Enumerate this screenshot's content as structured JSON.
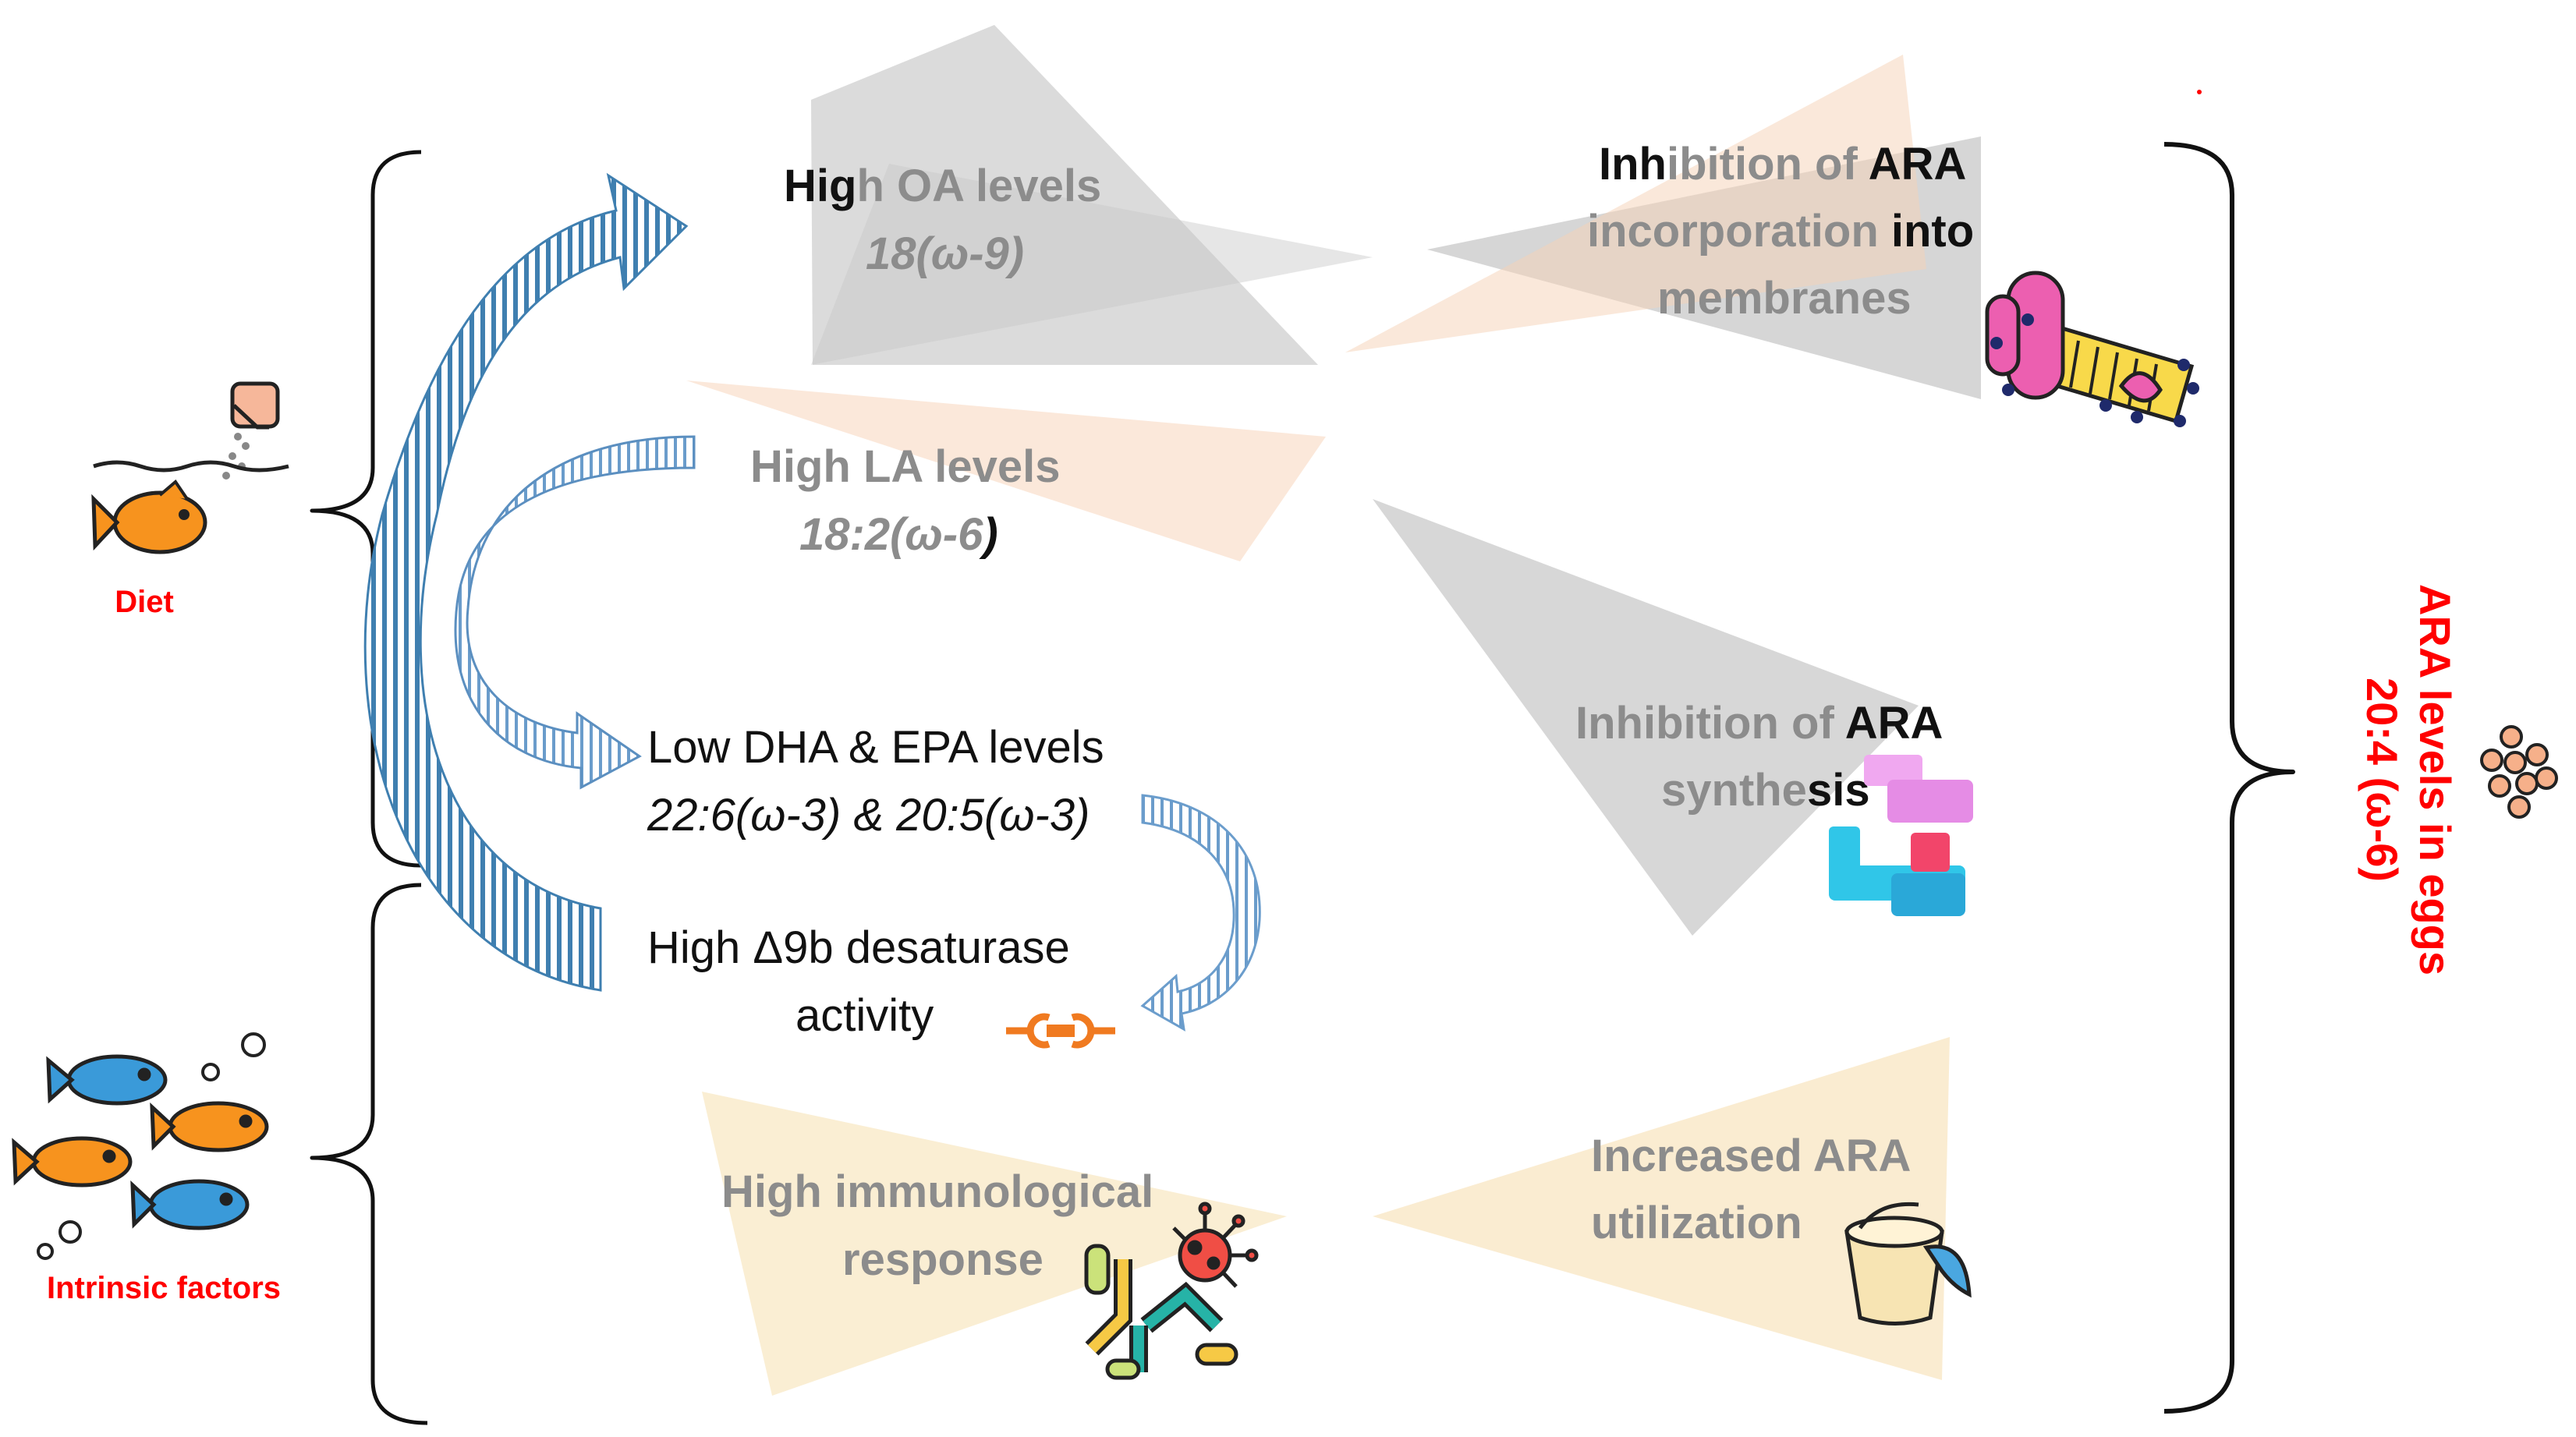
{
  "diet": {
    "label": "Diet"
  },
  "intrinsic": {
    "label": "Intrinsic factors"
  },
  "middle": {
    "oa": {
      "title_dark": "Hig",
      "title_faded": "h OA levels",
      "formula": "18(ω-9)"
    },
    "la": {
      "title": "High LA levels",
      "formula_faded": "18:2(ω-6",
      "formula_dark": ")"
    },
    "dha_epa": {
      "title": "Low DHA & EPA levels",
      "formula": "22:6(ω-3) & 20:5(ω-3)"
    },
    "desaturase": {
      "line1": "High Δ9b desaturase",
      "line2": "activity"
    },
    "immune": {
      "line1": "High immunological",
      "line2": "response"
    }
  },
  "right": {
    "incorporation": {
      "line1_dark_a": "Inh",
      "line1_faded": "ibition of ",
      "line1_dark_b": "ARA",
      "line2_faded": "incorporation ",
      "line2_dark": "into",
      "line3": "membranes"
    },
    "synthesis": {
      "line1_faded": "Inhibition of ",
      "line1_dark": "ARA",
      "line2_faded": "synthe",
      "line2_dark": "sis"
    },
    "utilization": {
      "line1": "Increased ARA",
      "line2": "utilization"
    }
  },
  "result": {
    "line1": "ARA levels in eggs",
    "line2": "20:4 (ω-6)"
  },
  "colors": {
    "accent_red": "#ff0000",
    "arrow_blue": "#4a86b8",
    "tri_gray": "#b9b9b9",
    "tri_peach": "#f7d7bd",
    "tri_yellow": "#f8e4b6"
  },
  "icons": [
    "food-hand-icon",
    "fish-icon",
    "fish-school-icon",
    "membrane-protein-icon",
    "puzzle-blocks-icon",
    "enzyme-chain-icon",
    "antibody-virus-icon",
    "bucket-pour-icon",
    "eggs-icon"
  ]
}
